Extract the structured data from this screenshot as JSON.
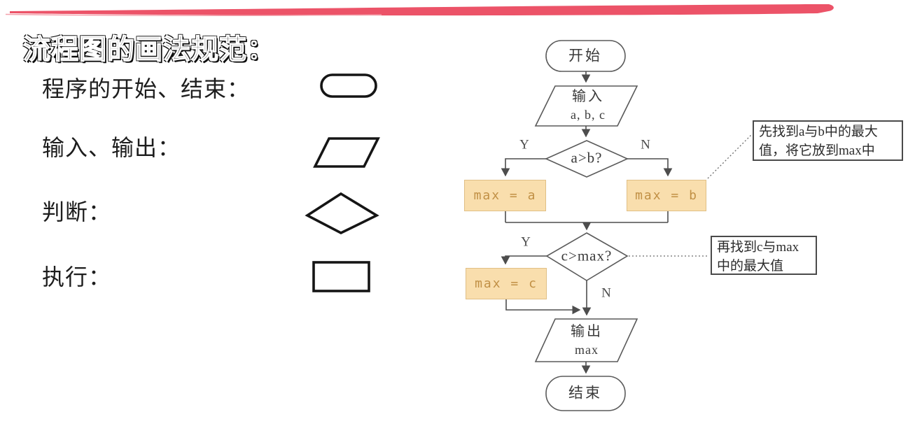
{
  "page": {
    "background": "#ffffff",
    "brush_color": "#ec5368",
    "flow_line_color": "#4d4d4d",
    "process_fill": "#f9dead",
    "process_border": "#e0bf85",
    "process_text_color": "#c19045"
  },
  "title": "流程图的画法规范：",
  "legend": {
    "items": [
      {
        "label": "程序的开始、结束：",
        "shape": "stadium"
      },
      {
        "label": "输入、输出：",
        "shape": "parallelogram"
      },
      {
        "label": "判断：",
        "shape": "diamond"
      },
      {
        "label": "执行：",
        "shape": "rectangle"
      }
    ]
  },
  "flowchart": {
    "nodes": {
      "start": "开始",
      "input_line1": "输入",
      "input_line2": "a, b, c",
      "decision1": "a>b?",
      "decision1_yes": "Y",
      "decision1_no": "N",
      "max_a": "max = a",
      "max_b": "max = b",
      "decision2": "c>max?",
      "decision2_yes": "Y",
      "decision2_no": "N",
      "max_c": "max = c",
      "output_line1": "输出",
      "output_line2": "max",
      "end": "结束"
    }
  },
  "annotations": {
    "note1": {
      "line1": "先找到a与b中的最大",
      "line2": "值，将它放到max中"
    },
    "note2": {
      "line1": "再找到c与max",
      "line2": "中的最大值"
    }
  }
}
